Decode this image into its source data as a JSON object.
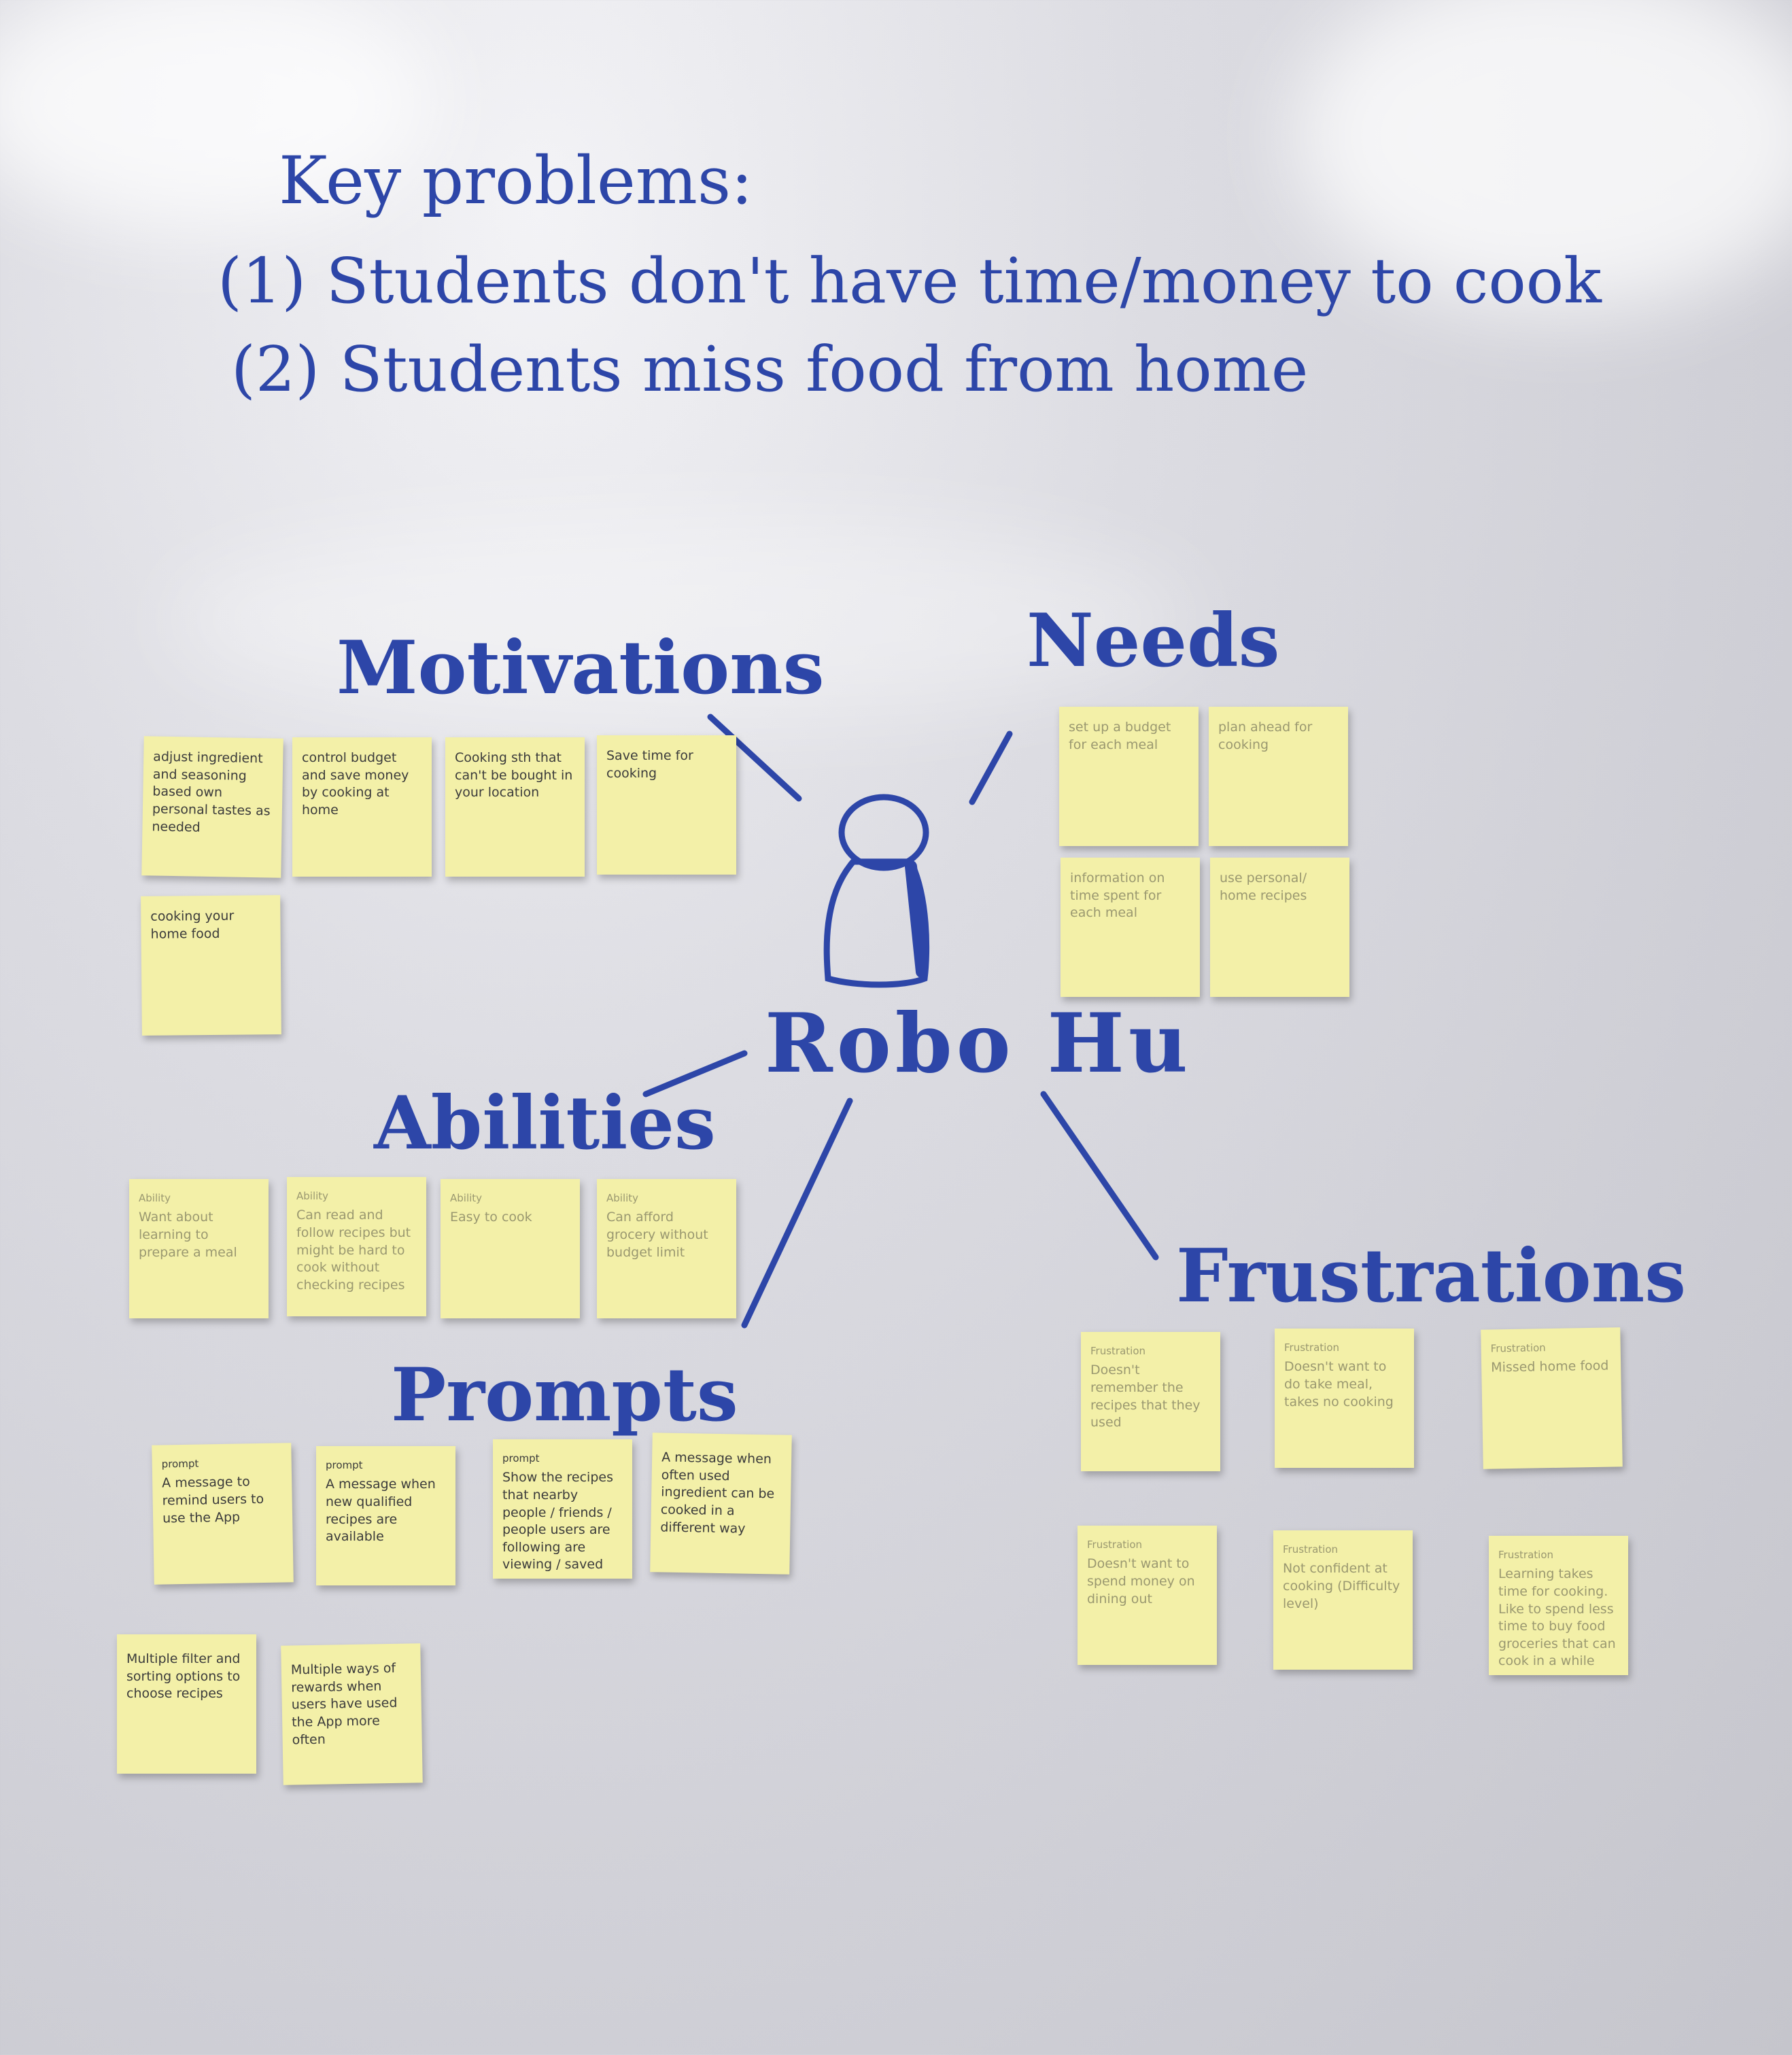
{
  "board": {
    "title": "Key problems:",
    "problems": [
      "(1) Students don't have time/money to cook",
      "(2) Students miss food from home"
    ],
    "persona": "Robo Hu",
    "person-icon": "person-outline-icon"
  },
  "categories": {
    "motivations": "Motivations",
    "needs": "Needs",
    "abilities": "Abilities",
    "prompts": "Prompts",
    "frustrations": "Frustrations"
  },
  "notes": {
    "motivations": [
      "adjust ingredient and seasoning based own personal tastes as needed",
      "control budget and save money by cooking at home",
      "Cooking sth that can't be bought in your location",
      "Save time for cooking",
      "cooking your home food"
    ],
    "needs": [
      "set up a budget for each meal",
      "plan ahead for cooking",
      "information on time spent for each meal",
      "use personal/ home recipes"
    ],
    "abilities": [
      {
        "header": "Ability",
        "text": "Want about learning to prepare a meal"
      },
      {
        "header": "Ability",
        "text": "Can read and follow recipes but might be hard to cook without checking recipes"
      },
      {
        "header": "Ability",
        "text": "Easy to cook"
      },
      {
        "header": "Ability",
        "text": "Can afford grocery without budget limit"
      }
    ],
    "prompts": [
      {
        "header": "prompt",
        "text": "A message to remind users to use the App"
      },
      {
        "header": "prompt",
        "text": "A message when new qualified recipes are available"
      },
      {
        "header": "prompt",
        "text": "Show the recipes that nearby people / friends / people users are following are viewing / saved"
      },
      {
        "header": "",
        "text": "A message when often used ingredient can be cooked in a different way"
      },
      {
        "header": "",
        "text": "Multiple filter and sorting options to choose recipes"
      },
      {
        "header": "",
        "text": "Multiple ways of rewards when users have used the App more often"
      }
    ],
    "frustrations": [
      {
        "header": "Frustration",
        "text": "Doesn't remember the recipes that they used"
      },
      {
        "header": "Frustration",
        "text": "Doesn't want to do take meal, takes no cooking"
      },
      {
        "header": "Frustration",
        "text": "Missed home food"
      },
      {
        "header": "Frustration",
        "text": "Doesn't want to spend money on dining out"
      },
      {
        "header": "Frustration",
        "text": "Not confident at cooking (Difficulty level)"
      },
      {
        "header": "Frustration",
        "text": "Learning takes time for cooking. Like to spend less time to buy food groceries that can cook in a while"
      }
    ]
  }
}
